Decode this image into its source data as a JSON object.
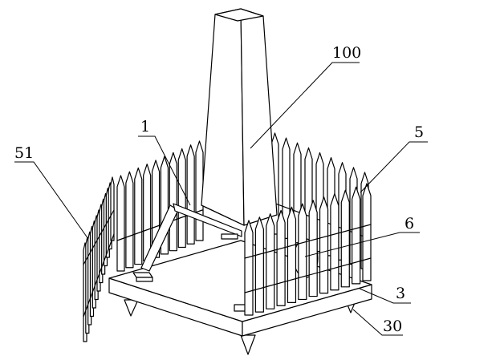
{
  "labels": [
    {
      "id": "label-100",
      "text": "100"
    },
    {
      "id": "label-1",
      "text": "1"
    },
    {
      "id": "label-5",
      "text": "5"
    },
    {
      "id": "label-51",
      "text": "51"
    },
    {
      "id": "label-6",
      "text": "6"
    },
    {
      "id": "label-3",
      "text": "3"
    },
    {
      "id": "label-30",
      "text": "30"
    }
  ]
}
